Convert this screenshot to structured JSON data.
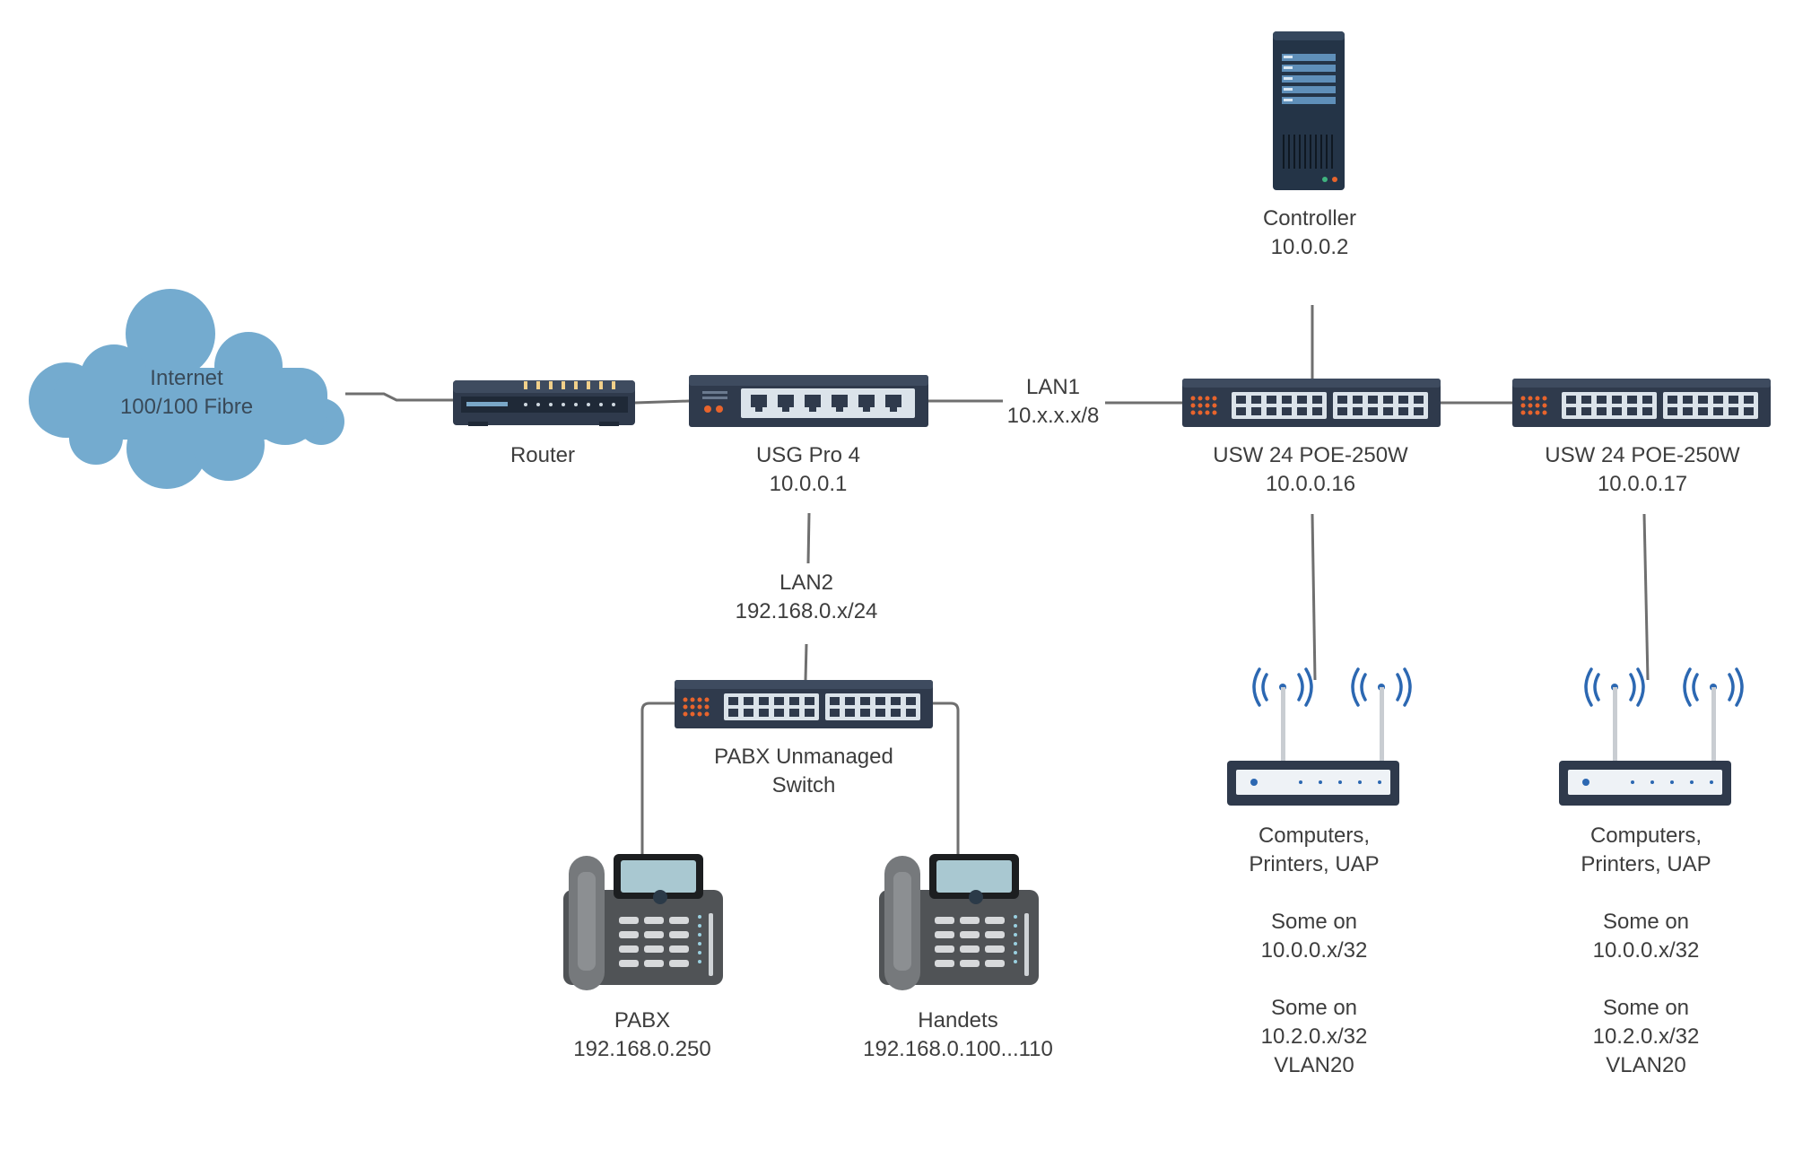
{
  "colors": {
    "line": "#6f6f6f",
    "cloud": "#74abcf",
    "device_dark": "#2f3a4c",
    "device_top": "#3e4b5f",
    "port_panel": "#dbe3ea",
    "server": "#243447",
    "accent_orange": "#e8642c",
    "wifi_blue": "#2c68b2",
    "phone_body": "#505356",
    "phone_screen": "#a9c8d1",
    "text": "#3d3d3d"
  },
  "nodes": {
    "internet": {
      "lines": [
        "Internet",
        "100/100 Fibre"
      ],
      "icon": "cloud-icon"
    },
    "router": {
      "lines": [
        "Router"
      ],
      "icon": "router-icon"
    },
    "usg": {
      "lines": [
        "USG Pro 4",
        "10.0.0.1"
      ],
      "icon": "gateway-icon"
    },
    "controller": {
      "lines": [
        "Controller",
        "10.0.0.2"
      ],
      "icon": "server-icon"
    },
    "usw1": {
      "lines": [
        "USW 24 POE-250W",
        "10.0.0.16"
      ],
      "icon": "switch-icon"
    },
    "usw2": {
      "lines": [
        "USW 24 POE-250W",
        "10.0.0.17"
      ],
      "icon": "switch-icon"
    },
    "pabx_switch": {
      "lines": [
        "PABX Unmanaged",
        "Switch"
      ],
      "icon": "switch-icon"
    },
    "pabx": {
      "lines": [
        "PABX",
        "192.168.0.250"
      ],
      "icon": "desk-phone-icon"
    },
    "handsets": {
      "lines": [
        "Handets",
        "192.168.0.100...110"
      ],
      "icon": "desk-phone-icon"
    },
    "ap1": {
      "lines": [
        "Computers,",
        "Printers, UAP",
        "",
        "Some on",
        "10.0.0.x/32",
        "",
        "Some on",
        "10.2.0.x/32",
        "VLAN20"
      ],
      "icon": "access-point-icon"
    },
    "ap2": {
      "lines": [
        "Computers,",
        "Printers, UAP",
        "",
        "Some on",
        "10.0.0.x/32",
        "",
        "Some on",
        "10.2.0.x/32",
        "VLAN20"
      ],
      "icon": "access-point-icon"
    }
  },
  "edges": {
    "lan1": {
      "lines": [
        "LAN1",
        "10.x.x.x/8"
      ]
    },
    "lan2": {
      "lines": [
        "LAN2",
        "192.168.0.x/24"
      ]
    }
  }
}
